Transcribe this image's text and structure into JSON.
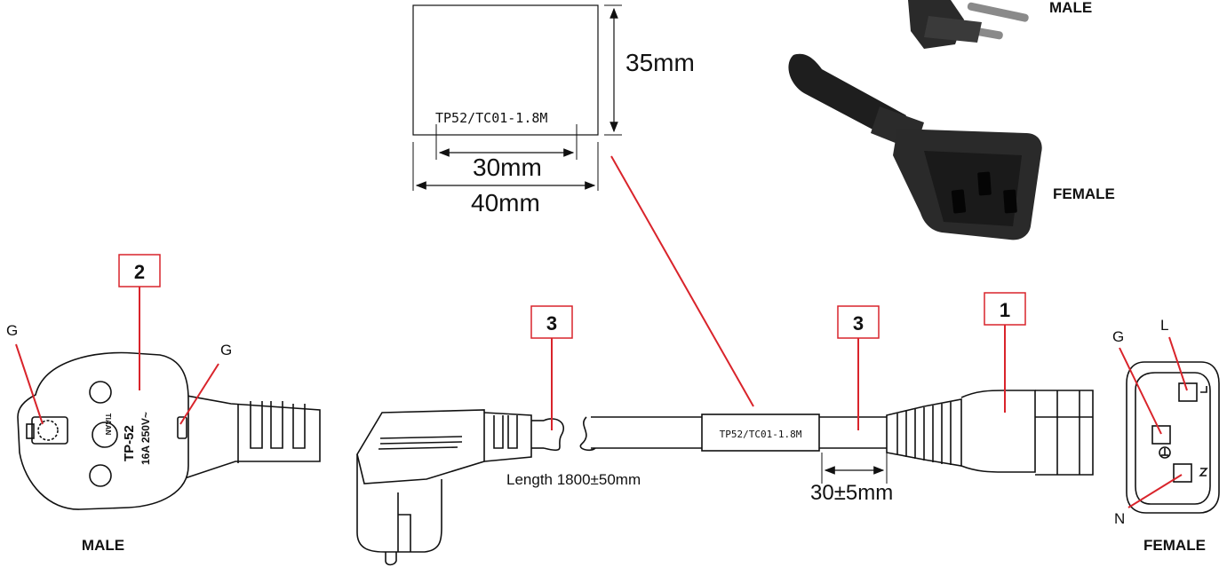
{
  "label_box": {
    "code": "TP52/TC01-1.8M",
    "height_dim": "35mm",
    "inner_width_dim": "30mm",
    "outer_width_dim": "40mm"
  },
  "photo": {
    "male_label": "MALE",
    "female_label": "FEMALE"
  },
  "male_plug": {
    "callout": "2",
    "ground_left": "G",
    "ground_right": "G",
    "brand": "TIAAN",
    "model": "TP-52",
    "rating": "16A  250V~",
    "title": "MALE"
  },
  "cord": {
    "callout_left": "3",
    "callout_mid": "3",
    "callout_right": "1",
    "sleeve_text": "TP52/TC01-1.8M",
    "length": "Length 1800±50mm",
    "offset_dim": "30±5mm"
  },
  "female_face": {
    "g": "G",
    "l": "L",
    "n": "N",
    "title": "FEMALE"
  },
  "colors": {
    "line": "#111111",
    "callout": "#d9242b",
    "plug_dark": "#2a2a2a"
  }
}
